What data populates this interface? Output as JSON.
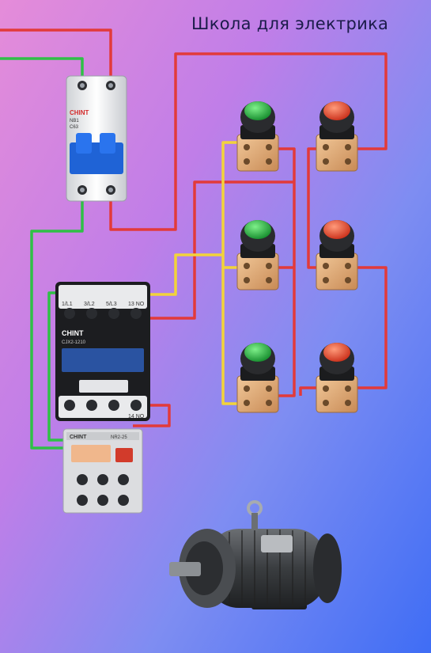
{
  "header": {
    "title": "Школа для электрика"
  },
  "breaker": {
    "brand": "CHINT",
    "model": "NB1",
    "rating": "C63"
  },
  "contactor": {
    "brand": "CHINT",
    "model": "CJX2-1210",
    "terminals_top": [
      "1/L1",
      "3/L2",
      "5/L3",
      "13 NO"
    ],
    "terminal_bottom_aux": "14 NO"
  },
  "overload_relay": {
    "brand": "CHINT",
    "model": "NR2-25"
  },
  "buttons": [
    {
      "role": "start",
      "color": "#1fa53a"
    },
    {
      "role": "stop",
      "color": "#e8402a"
    },
    {
      "role": "start",
      "color": "#1fa53a"
    },
    {
      "role": "stop",
      "color": "#e8402a"
    },
    {
      "role": "start",
      "color": "#1fa53a"
    },
    {
      "role": "stop",
      "color": "#e8402a"
    }
  ],
  "wire_colors": {
    "phase": "#e23a3a",
    "neutral": "#2fc046",
    "control": "#f2d33a"
  }
}
